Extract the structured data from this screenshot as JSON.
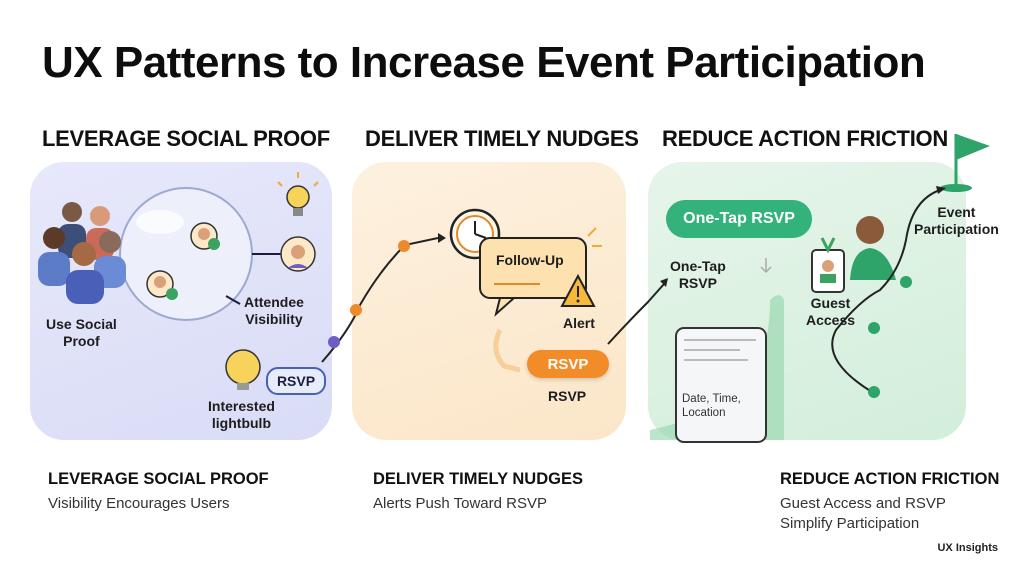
{
  "title": "UX Patterns to Increase Event Participation",
  "columns": [
    {
      "heading": "LEVERAGE SOCIAL PROOF",
      "caption_title": "LEVERAGE SOCIAL PROOF",
      "caption_body": "Visibility Encourages Users"
    },
    {
      "heading": "DELIVER TIMELY NUDGES",
      "caption_title": "DELIVER TIMELY NUDGES",
      "caption_body": "Alerts Push Toward RSVP"
    },
    {
      "heading": "REDUCE ACTION FRICTION",
      "caption_title": "REDUCE ACTION FRICTION",
      "caption_body_line1": "Guest Access and RSVP",
      "caption_body_line2": "Simplify Participation"
    }
  ],
  "social": {
    "use_social_proof": "Use Social\nProof",
    "attendee_visibility": "Attendee\nVisibility",
    "rsvp_bubble": "RSVP",
    "interested": "Interested\nlightbulb"
  },
  "nudges": {
    "follow_up": "Follow-Up",
    "alert": "Alert",
    "rsvp_button": "RSVP",
    "rsvp_label": "RSVP"
  },
  "friction": {
    "one_tap_button": "One-Tap RSVP",
    "one_tap_label": "One-Tap\nRSVP",
    "guest_access": "Guest\nAccess",
    "event_participation": "Event\nParticipation",
    "date_time_location": "Date, Time,\nLocation"
  },
  "footer": "UX Insights",
  "colors": {
    "indigo": "#5a5fc4",
    "orange": "#f28c28",
    "green": "#2ea36a",
    "node_purple": "#6b5fc7",
    "node_orange": "#ef8a2a"
  },
  "icons": [
    "people-group-icon",
    "magnifier-bubble-icon",
    "lightbulb-icon",
    "avatar-icon",
    "clock-icon",
    "chat-bubble-icon",
    "warning-icon",
    "phone-icon",
    "id-badge-icon",
    "person-icon",
    "flag-icon",
    "check-icon"
  ]
}
